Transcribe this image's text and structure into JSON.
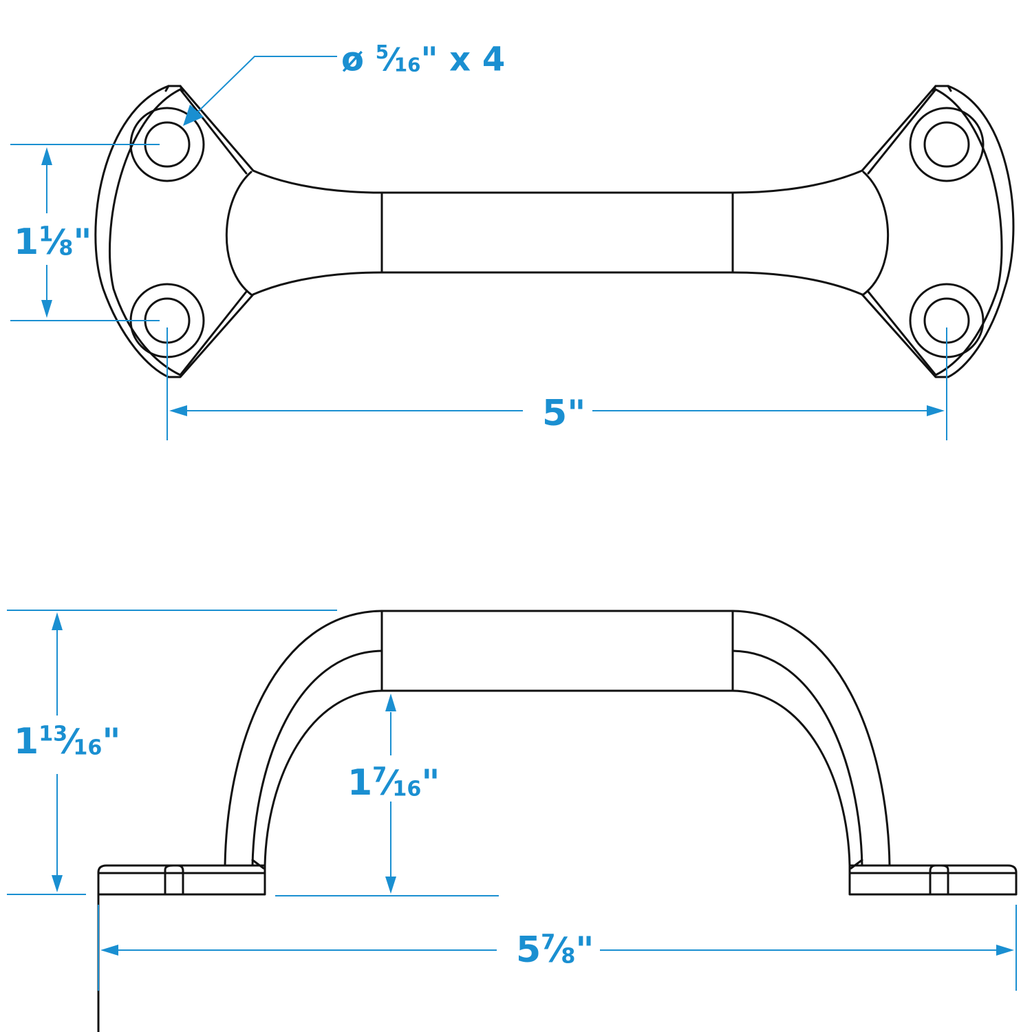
{
  "diagram": {
    "subject": "Grab handle dimension drawing",
    "colors": {
      "part_line": "#111111",
      "dimension": "#1a8fd1",
      "background": "#ffffff"
    },
    "top_view": {
      "hole_callout": {
        "symbol": "ø",
        "whole": "",
        "numerator": "5",
        "denominator": "16",
        "unit": "\"",
        "suffix": " x 4"
      },
      "hole_spacing_vertical": {
        "whole": "1",
        "numerator": "1",
        "denominator": "8",
        "unit": "\""
      },
      "hole_spacing_horizontal": {
        "whole": "5",
        "numerator": "",
        "denominator": "",
        "unit": "\""
      }
    },
    "side_view": {
      "overall_height": {
        "whole": "1",
        "numerator": "13",
        "denominator": "16",
        "unit": "\""
      },
      "clearance_height": {
        "whole": "1",
        "numerator": "7",
        "denominator": "16",
        "unit": "\""
      },
      "overall_length": {
        "whole": "5",
        "numerator": "7",
        "denominator": "8",
        "unit": "\""
      }
    }
  }
}
